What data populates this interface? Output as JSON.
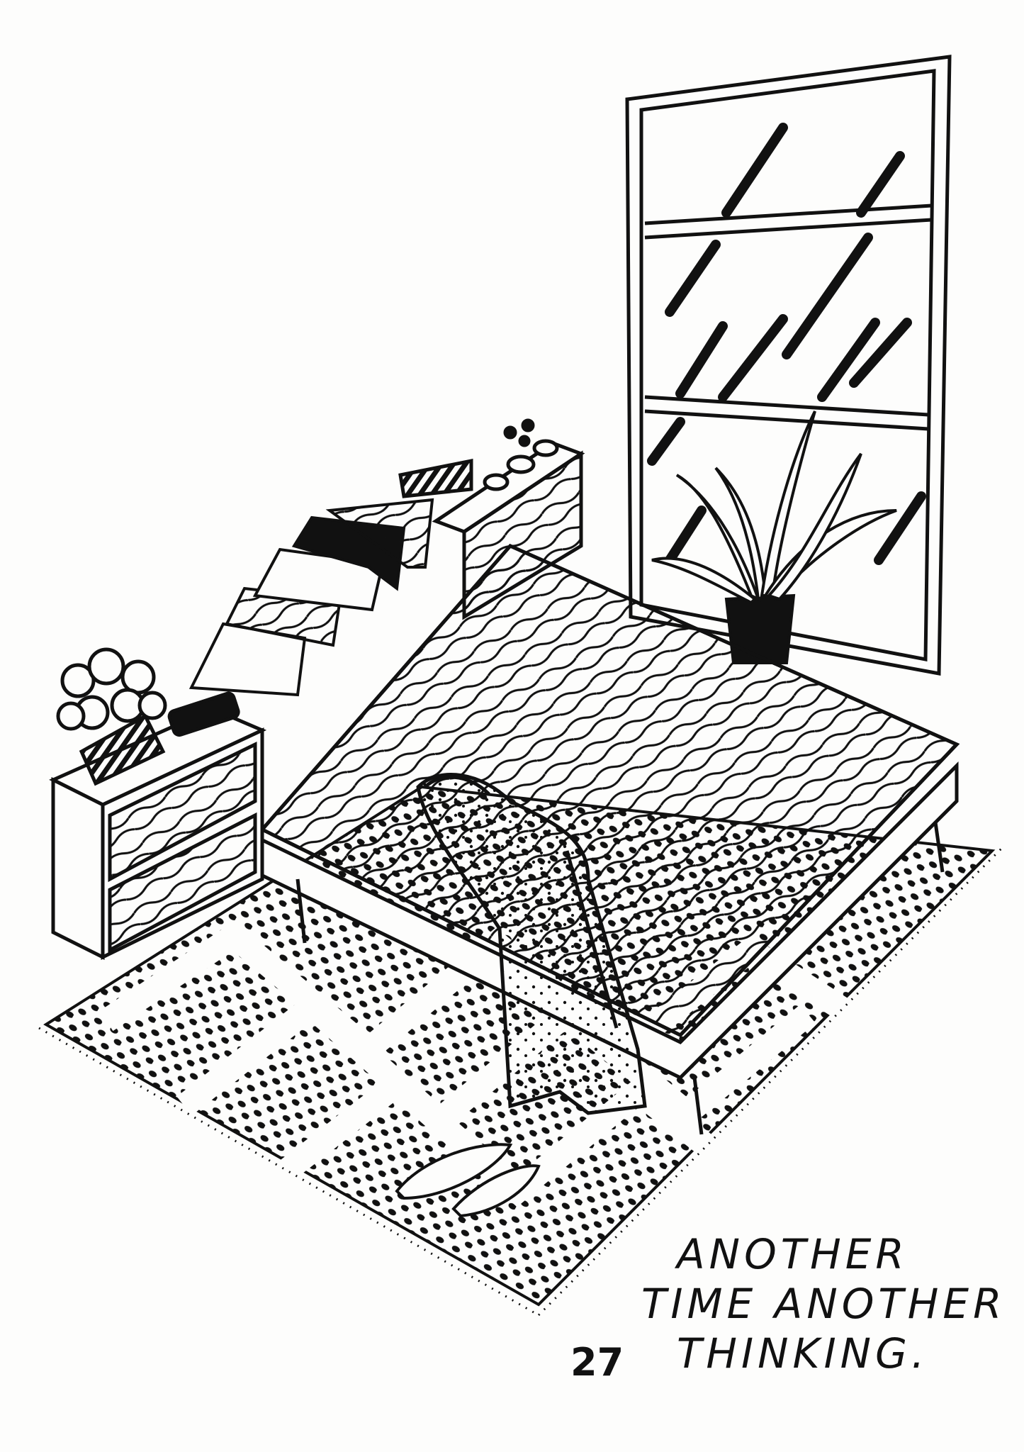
{
  "caption": {
    "line1": "ANOTHER",
    "line2": "TIME ANOTHER",
    "line3": "THINKING."
  },
  "page_number": "27",
  "colors": {
    "ink": "#111111",
    "paper": "#fdfdfc"
  }
}
